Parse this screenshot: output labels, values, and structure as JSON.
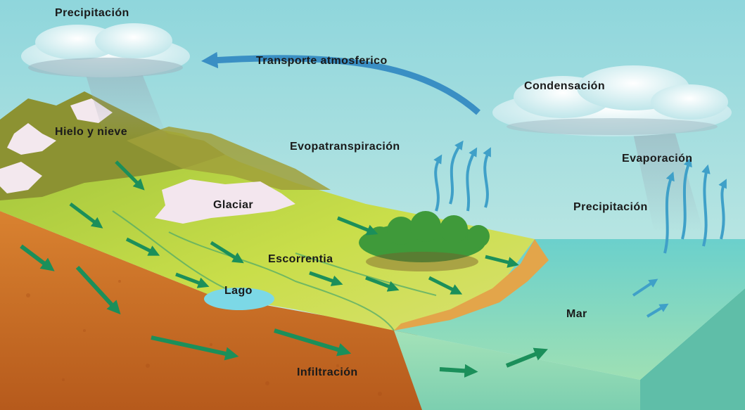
{
  "labels": {
    "precipitacion_left": "Precipitación",
    "transporte": "Transporte atmosferico",
    "condensacion": "Condensación",
    "hielo_nieve": "Hielo y nieve",
    "evopatranspiracion": "Evopatranspiración",
    "evaporacion": "Evaporación",
    "glaciar": "Glaciar",
    "precipitacion_right": "Precipitación",
    "escorrentia": "Escorrentia",
    "lago": "Lago",
    "mar": "Mar",
    "infiltracion": "Infiltración"
  },
  "colors": {
    "sky_top": "#9edce0",
    "sky_bottom": "#cdeee8",
    "sea": "#6fd2cf",
    "land_green": "#b4d23a",
    "mountain": "#8a8a30",
    "snow": "#f2e6ec",
    "soil": "#cf7426",
    "arrow_green": "#1b8f5a",
    "arrow_blue": "#3a8fc4",
    "vapor_blue": "#3fa0c8"
  }
}
